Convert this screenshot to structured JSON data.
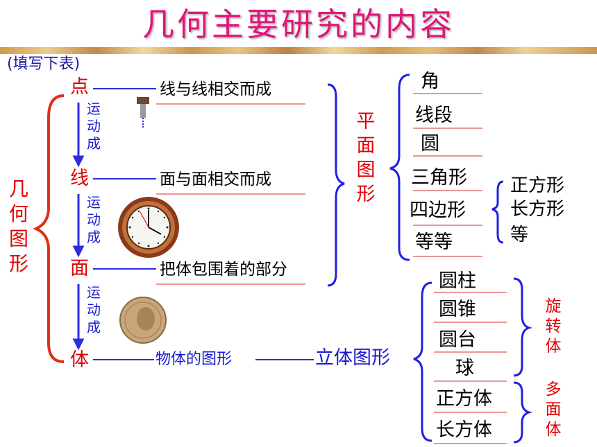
{
  "title": "几何主要研究的内容",
  "hint": "(填写下表)",
  "left_label": "几何图形",
  "levels": [
    "点",
    "线",
    "面",
    "体"
  ],
  "motion": "运动成",
  "descriptions": [
    "线与线相交而成",
    "面与面相交而成",
    "把体包围着的部分",
    "物体的图形"
  ],
  "plane_group": {
    "label": "平面图形",
    "items": [
      "角",
      "线段",
      "圆",
      "三角形",
      "四边形",
      "等等"
    ],
    "quad_items": [
      "正方形",
      "长方形",
      "等"
    ]
  },
  "solid_group": {
    "label": "立体图形",
    "items": [
      "圆柱",
      "圆锥",
      "圆台",
      "球",
      "正方体",
      "长方体"
    ],
    "rotation_label": "旋转体",
    "polyhedron_label": "多面体"
  },
  "colors": {
    "title": "#e0157a",
    "level": "#e00000",
    "motion": "#1a1ad0",
    "rule": "#e87070",
    "brace": "#1a1ad0"
  }
}
